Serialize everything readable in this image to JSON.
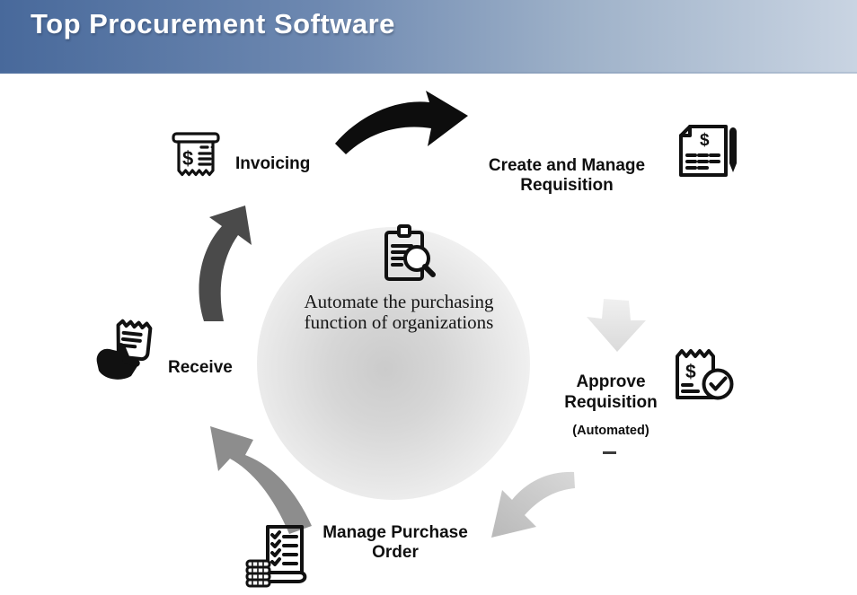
{
  "header": {
    "title": "Top Procurement Software"
  },
  "center_circle": {
    "icon": "clipboard-magnifier-icon",
    "line1": "Automate the purchasing",
    "line2": "function of organizations"
  },
  "steps": {
    "invoicing": {
      "label": "Invoicing",
      "icon": "invoice-receipt-icon"
    },
    "create_requisition": {
      "line1": "Create and Manage",
      "line2": "Requisition",
      "icon": "requisition-document-pen-icon"
    },
    "approve_requisition": {
      "line1": "Approve",
      "line2": "Requisition",
      "note": "(Automated)",
      "icon": "receipt-approved-check-icon"
    },
    "manage_purchase_order": {
      "line1": "Manage Purchase",
      "line2": "Order",
      "icon": "purchase-order-checklist-coins-icon"
    },
    "receive": {
      "label": "Receive",
      "icon": "hand-receiving-receipt-icon"
    }
  },
  "arrows": {
    "invoicing_to_create": {
      "color": "#0d0d0d",
      "direction": "curved-right"
    },
    "create_to_approve": {
      "color": "#e3e3e3",
      "direction": "down"
    },
    "approve_to_manage": {
      "color": "#c2c2c2",
      "direction": "curved-down-left"
    },
    "manage_to_receive": {
      "color": "#8d8d8d",
      "direction": "curved-up-left"
    },
    "receive_to_invoicing": {
      "color": "#4a4a4a",
      "direction": "curved-up-right"
    }
  },
  "colors": {
    "header_gradient_left": "#48699b",
    "header_gradient_right": "#c9d4e2",
    "title_text": "#ffffff",
    "label_text": "#0f0f0f",
    "icon_stroke": "#111111",
    "circle_center_gray": "#cbcbcb"
  }
}
